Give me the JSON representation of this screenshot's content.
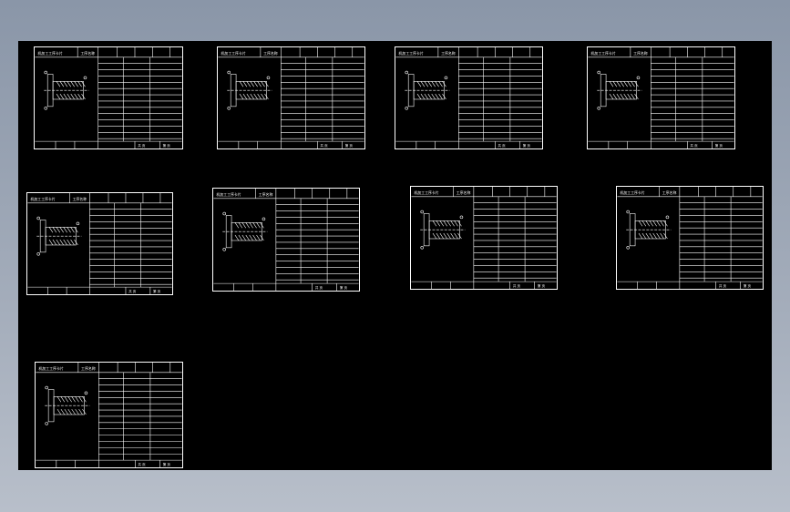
{
  "viewer": {
    "title": "CAD drawing viewer"
  },
  "sheets": [
    {
      "id": 1,
      "title": "机加工工序卡片",
      "process": "工序名称",
      "count_label": "共 页",
      "page_label": "第 页"
    },
    {
      "id": 2,
      "title": "机加工工序卡片",
      "process": "工序名称",
      "count_label": "共 页",
      "page_label": "第 页"
    },
    {
      "id": 3,
      "title": "机加工工序卡片",
      "process": "工序名称",
      "count_label": "共 页",
      "page_label": "第 页"
    },
    {
      "id": 4,
      "title": "机加工工序卡片",
      "process": "工序名称",
      "count_label": "共 页",
      "page_label": "第 页"
    },
    {
      "id": 5,
      "title": "机加工工序卡片",
      "process": "工序名称",
      "count_label": "共 页",
      "page_label": "第 页"
    },
    {
      "id": 6,
      "title": "机加工工序卡片",
      "process": "工序名称",
      "count_label": "共 页",
      "page_label": "第 页"
    },
    {
      "id": 7,
      "title": "机加工工序卡片",
      "process": "工序名称",
      "count_label": "共 页",
      "page_label": "第 页"
    },
    {
      "id": 8,
      "title": "机加工工序卡片",
      "process": "工序名称",
      "count_label": "共 页",
      "page_label": "第 页"
    },
    {
      "id": 9,
      "title": "机加工工序卡片",
      "process": "工序名称",
      "count_label": "共 页",
      "page_label": "第 页"
    }
  ],
  "colors": {
    "background_top": "#8a96a8",
    "canvas": "#000000",
    "lines": "#ffffff"
  }
}
